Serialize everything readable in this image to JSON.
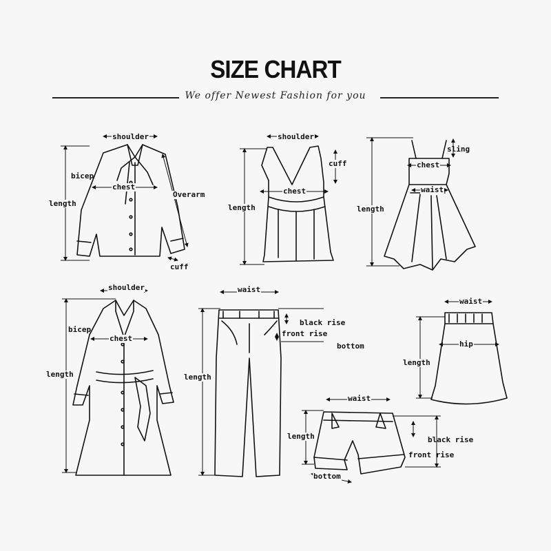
{
  "header": {
    "title": "SIZE CHART",
    "subtitle": "We offer Newest Fashion for you"
  },
  "labels": {
    "shirt": {
      "shoulder": "shoulder",
      "bicep": "bicep",
      "chest": "chest",
      "length": "length",
      "overarm": "Overarm",
      "cuff": "cuff"
    },
    "vest": {
      "shoulder": "shoulder",
      "cuff": "cuff",
      "chest": "chest",
      "length": "length"
    },
    "dress": {
      "sling": "sling",
      "chest": "chest",
      "waist": "waist",
      "length": "length"
    },
    "coat": {
      "shoulder": "shoulder",
      "bicep": "bicep",
      "chest": "chest",
      "length": "length"
    },
    "pants": {
      "waist": "waist",
      "black_rise": "black rise",
      "front_rise": "front rise",
      "bottom": "bottom",
      "length": "length"
    },
    "skirt": {
      "waist": "waist",
      "hip": "hip",
      "length": "length"
    },
    "shorts": {
      "waist": "waist",
      "length": "length",
      "black_rise": "black rise",
      "front_rise": "front rise",
      "bottom": "bottom"
    }
  }
}
